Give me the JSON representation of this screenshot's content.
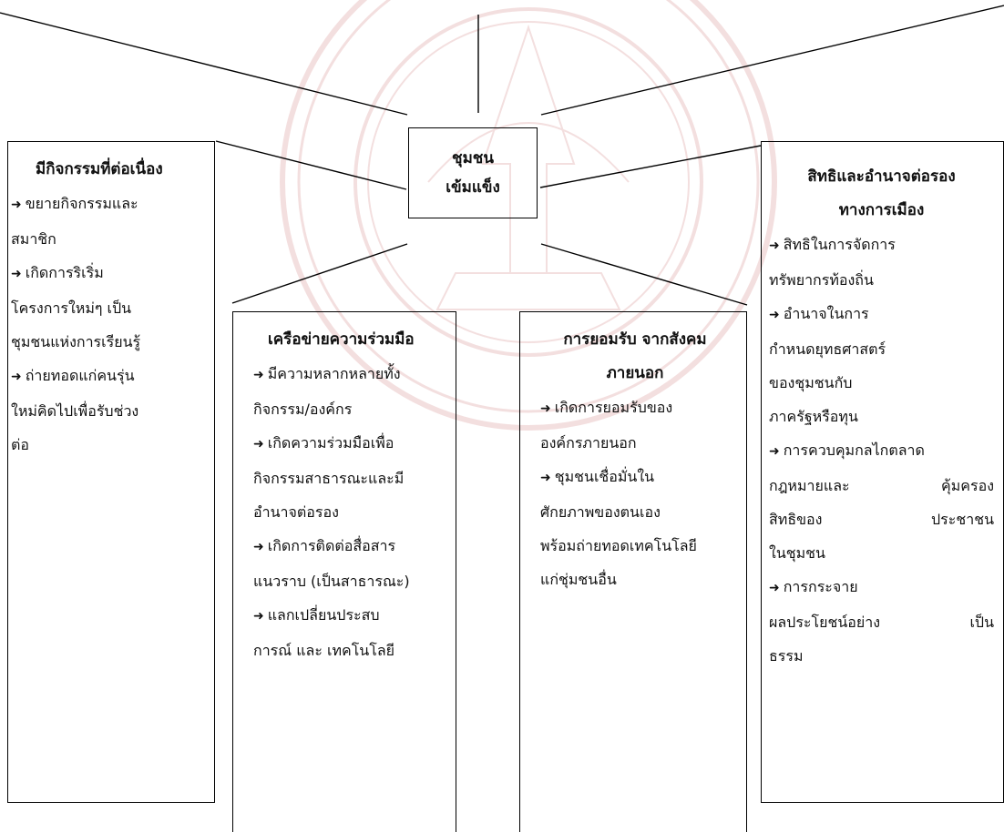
{
  "center": {
    "line1": "ชุมชน",
    "line2": "เข้มแข็ง"
  },
  "arrow_glyph": "➜",
  "boxes": {
    "left": {
      "title": "มีกิจกรรมที่ต่อเนื่อง",
      "lines": [
        "ขยายกิจกรรมและ",
        "สมาชิก",
        "เกิดการริเริ่ม",
        "โครงการใหม่ๆ เป็น",
        "ชุมชนแห่งการเรียนรู้",
        "ถ่ายทอดแก่คนรุ่น",
        "ใหม่คิดไปเพื่อรับช่วง",
        "ต่อ"
      ]
    },
    "mid1": {
      "title": "เครือข่ายความร่วมมือ",
      "lines": [
        "มีความหลากหลายทั้ง",
        "กิจกรรม/องค์กร",
        "เกิดความร่วมมือเพื่อ",
        "กิจกรรมสาธารณะและมี",
        "อำนาจต่อรอง",
        "เกิดการติดต่อสื่อสาร",
        "แนวราบ (เป็นสาธารณะ)",
        "แลกเปลี่ยนประสบ",
        "การณ์ และ เทคโนโลยี"
      ]
    },
    "mid2": {
      "title_line1": "การยอมรับ จากสังคม",
      "title_line2": "ภายนอก",
      "lines": [
        "เกิดการยอมรับของ",
        "องค์กรภายนอก",
        "ชุมชนเชื่อมั่นใน",
        "ศักยภาพของตนเอง",
        "พร้อมถ่ายทอดเทคโนโลยี",
        "แก่ชุ่มชนอื่น"
      ]
    },
    "right": {
      "title_line1": "สิทธิและอำนาจต่อรอง",
      "title_line2": "ทางการเมือง",
      "lines": [
        "สิทธิในการจัดการ",
        "ทรัพยากรท้องถิ่น",
        "อำนาจในการ",
        "กำหนดยุทธศาสตร์",
        "ของชุมชนกับ",
        "ภาครัฐหรือทุน",
        "การควบคุมกลไกตลาด",
        "กฎหมายและ",
        "คุ้มครอง",
        "สิทธิของ",
        "ประชาชน",
        "ในชุมชน",
        "การกระจาย",
        "ผลประโยชน์อย่าง",
        "เป็น",
        "ธรรม"
      ]
    }
  },
  "colors": {
    "watermark": "#b22222",
    "line": "#000000"
  }
}
